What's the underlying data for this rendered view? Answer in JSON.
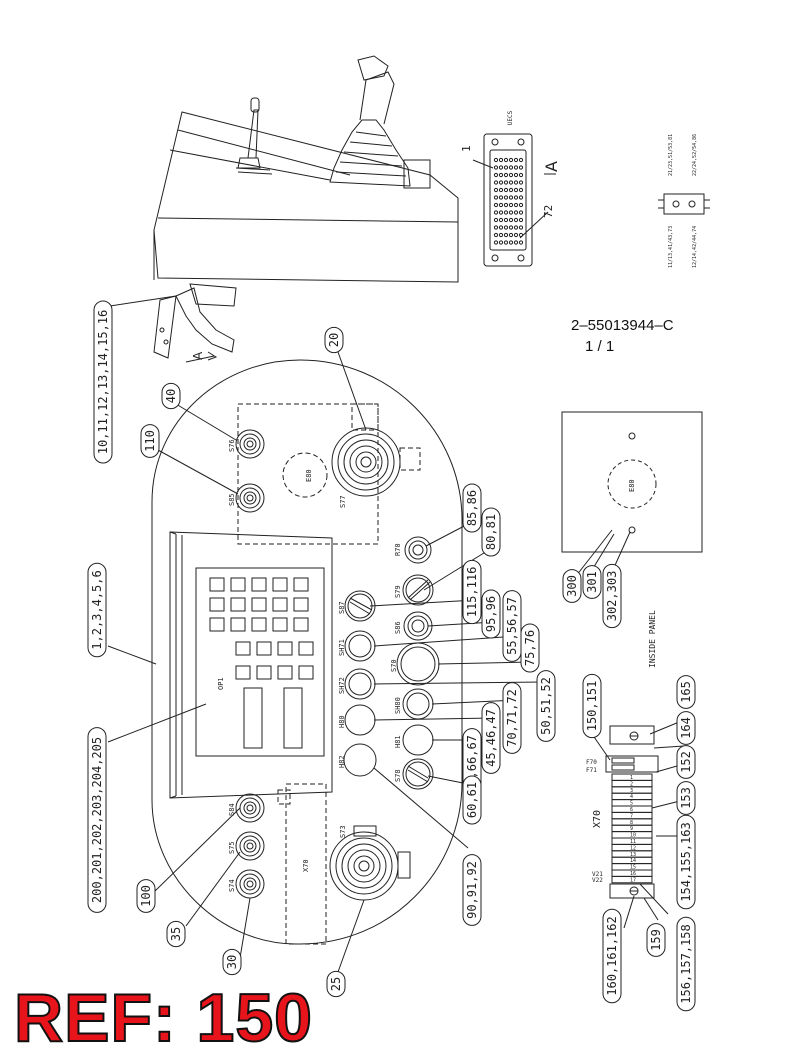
{
  "document": {
    "drawing_number": "2–55013944–C",
    "sheet": "1 /  1",
    "reference_stamp": "REF: 150",
    "view_marker": "A",
    "inside_panel_title": "INSIDE PANEL",
    "connector_title": "UECS",
    "connector_pins": [
      "1",
      "72"
    ]
  },
  "callouts": [
    {
      "id": "c1",
      "text": "10,11,12,13,14,15,16"
    },
    {
      "id": "c2",
      "text": "20"
    },
    {
      "id": "c3",
      "text": "40"
    },
    {
      "id": "c4",
      "text": "110"
    },
    {
      "id": "c5",
      "text": "1,2,3,4,5,6"
    },
    {
      "id": "c6",
      "text": "200,201,202,203,204,205"
    },
    {
      "id": "c7",
      "text": "100"
    },
    {
      "id": "c8",
      "text": "35"
    },
    {
      "id": "c9",
      "text": "30"
    },
    {
      "id": "c10",
      "text": "25"
    },
    {
      "id": "c11",
      "text": "85,86"
    },
    {
      "id": "c12",
      "text": "80,81"
    },
    {
      "id": "c13",
      "text": "115,116"
    },
    {
      "id": "c14",
      "text": "95,96"
    },
    {
      "id": "c15",
      "text": "55,56,57"
    },
    {
      "id": "c16",
      "text": "75,76"
    },
    {
      "id": "c17",
      "text": "50,51,52"
    },
    {
      "id": "c18",
      "text": "70,71,72"
    },
    {
      "id": "c19",
      "text": "45,46,47"
    },
    {
      "id": "c20",
      "text": "65,66,67"
    },
    {
      "id": "c21",
      "text": "60,61"
    },
    {
      "id": "c22",
      "text": "90,91,92"
    },
    {
      "id": "c23",
      "text": "300"
    },
    {
      "id": "c24",
      "text": "301"
    },
    {
      "id": "c25",
      "text": "302,303"
    },
    {
      "id": "c26",
      "text": "150,151"
    },
    {
      "id": "c27",
      "text": "165"
    },
    {
      "id": "c28",
      "text": "164"
    },
    {
      "id": "c29",
      "text": "152"
    },
    {
      "id": "c30",
      "text": "153"
    },
    {
      "id": "c31",
      "text": "154,155,163"
    },
    {
      "id": "c32",
      "text": "156,157,158"
    },
    {
      "id": "c33",
      "text": "159"
    },
    {
      "id": "c34",
      "text": "160,161,162"
    }
  ],
  "component_labels": {
    "s76": "S76",
    "s85": "S85",
    "s77": "S77",
    "e80": "E80",
    "r70": "R70",
    "s79": "S79",
    "s87": "S87",
    "s86": "S86",
    "sh71": "SH71",
    "s70": "S70",
    "sh72": "SH72",
    "sh80": "SH80",
    "h80": "H80",
    "h81": "H81",
    "h82": "H82",
    "s78": "S78",
    "op1": "OP1",
    "s84": "S84",
    "s75": "S75",
    "s74": "S74",
    "s73": "S73",
    "x70": "X70",
    "e80_inside": "E80",
    "f70": "F70",
    "f71": "F71",
    "x70_strip": "X70",
    "v21": "V21",
    "v22": "V22"
  },
  "terminal_numbers": [
    "1",
    "2",
    "3",
    "4",
    "5",
    "6",
    "7",
    "8",
    "9",
    "10",
    "11",
    "12",
    "13",
    "14",
    "15",
    "16",
    "17"
  ],
  "wiring_notes": [
    "21/23,51/53,81",
    "22/24,52/54,86",
    "11/13,41/43,73",
    "12/14,42/44,74"
  ]
}
